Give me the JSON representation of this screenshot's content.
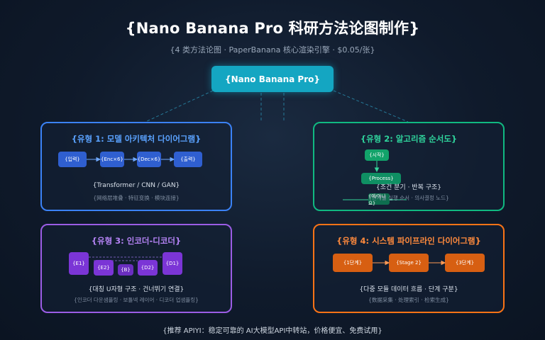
{
  "header": {
    "title": "{Nano Banana Pro 科研方法论图制作}",
    "subtitle": "{4 类方法论图 · PaperBanana 核心渲染引擎 · $0.05/张}"
  },
  "root": {
    "label": "{Nano Banana Pro}"
  },
  "colors": {
    "card1": "#3b82f6",
    "card2": "#10b981",
    "card3": "#9b5de5",
    "card4": "#f97316",
    "root": "#14a6c2"
  },
  "cards": [
    {
      "title": "{유형 1: 모델 아키텍처 다이어그램}",
      "nodes": [
        "{입력}",
        "{Enc×6}",
        "{Dec×6}",
        "{출력}"
      ],
      "desc": "{Transformer / CNN / GAN}",
      "sub": "{网络层堆叠 · 特征变换 · 模块连接}"
    },
    {
      "title": "{유형 2: 알고리즘 순서도}",
      "nodes": [
        "{시작}",
        "{Process}",
        "{예/아니요}"
      ],
      "desc": "{조건 분기 · 반복 구조}",
      "sub": "{단계별 실행 순서 · 의사결정 노드}"
    },
    {
      "title": "{유형 3: 인코더-디코더}",
      "nodes": [
        "{E1}",
        "{E2}",
        "{B}",
        "{D2}",
        "{D1}"
      ],
      "desc": "{대칭 U자형 구조 · 건너뛰기 연결}",
      "sub": "{인코더 다운샘플링 · 보틀넥 레이어 · 디코더 업샘플링}"
    },
    {
      "title": "{유형 4: 시스템 파이프라인 다이어그램}",
      "nodes": [
        "{1단계}",
        "{Stage 2}",
        "{3단계}"
      ],
      "desc": "{다중 모듈 데이터 흐름 · 단계 구분}",
      "sub": "{数据采集 · 处理索引 · 检索生成}"
    }
  ],
  "footer": {
    "text": "{推荐 APIYI：稳定可靠的 AI大模型API中转站，价格便宜、免费试用}"
  }
}
